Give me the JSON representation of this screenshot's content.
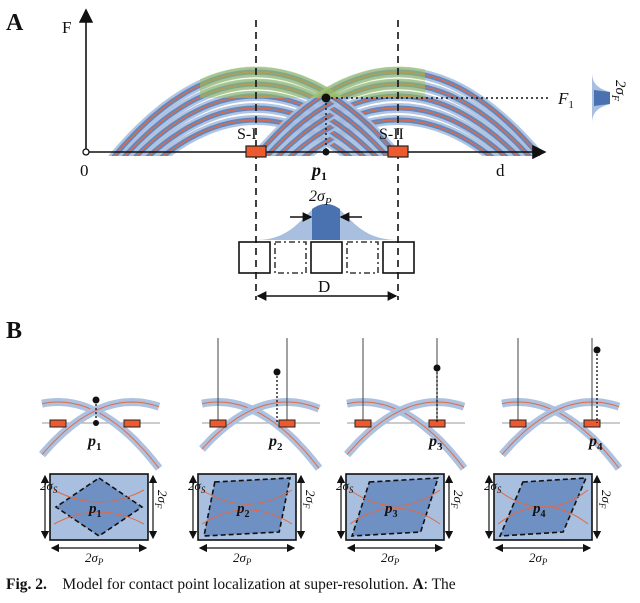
{
  "panel_a": {
    "letter": "A",
    "y_axis_label": "F",
    "x_axis_label": "d",
    "origin_label": "0",
    "sensor_left_label": "S-I",
    "sensor_right_label": "S-II",
    "point_label": "p",
    "point_subscript": "1",
    "force_label": "F",
    "force_subscript": "1",
    "force_sigma_label": "2σ",
    "force_sigma_subscript": "F",
    "position_sigma_label": "2σ",
    "position_sigma_subscript": "P",
    "distance_label": "D"
  },
  "panel_b": {
    "letter": "B",
    "cases": [
      {
        "point_label": "p",
        "point_subscript": "1"
      },
      {
        "point_label": "p",
        "point_subscript": "2"
      },
      {
        "point_label": "p",
        "point_subscript": "3"
      },
      {
        "point_label": "p",
        "point_subscript": "4"
      }
    ],
    "sigma_s_label": "2σ",
    "sigma_s_subscript": "S",
    "sigma_f_label": "2σ",
    "sigma_f_subscript": "F",
    "sigma_p_label": "2σ",
    "sigma_p_subscript": "P"
  },
  "caption": {
    "prefix": "Fig. 2.",
    "text": "Model for contact point localization at super-resolution.",
    "panel_ref": "A",
    "tail": ": The"
  },
  "colors": {
    "band_dark": "#4a72b0",
    "band_light": "#a9bfdf",
    "center_line": "#e06a45",
    "overlap_green": "#9ac35a",
    "sensor_fill": "#ee5a2e",
    "axis": "#111111"
  }
}
